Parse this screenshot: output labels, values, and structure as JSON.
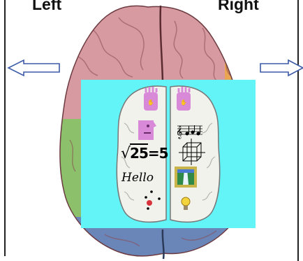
{
  "headings": {
    "left": "Left",
    "right": "Right"
  },
  "left_hemisphere": {
    "math_radicand": "25",
    "math_result": "=5",
    "word": "Hello"
  },
  "colors": {
    "panel": "#63f4f8",
    "frontal_lobe": "#d79aa0",
    "temporal_lobe": "#8cc06a",
    "occipital_lobe": "#6a86b8",
    "parietal_lobe": "#e9a552"
  },
  "icons": [
    "raised-hand-icon-left",
    "raised-hand-icon-right",
    "speaking-face-icon",
    "music-notes-icon",
    "wireframe-cube-icon",
    "waterfall-picture-icon",
    "dots-icon",
    "lightbulb-icon",
    "arrow-left-icon",
    "arrow-right-icon"
  ]
}
